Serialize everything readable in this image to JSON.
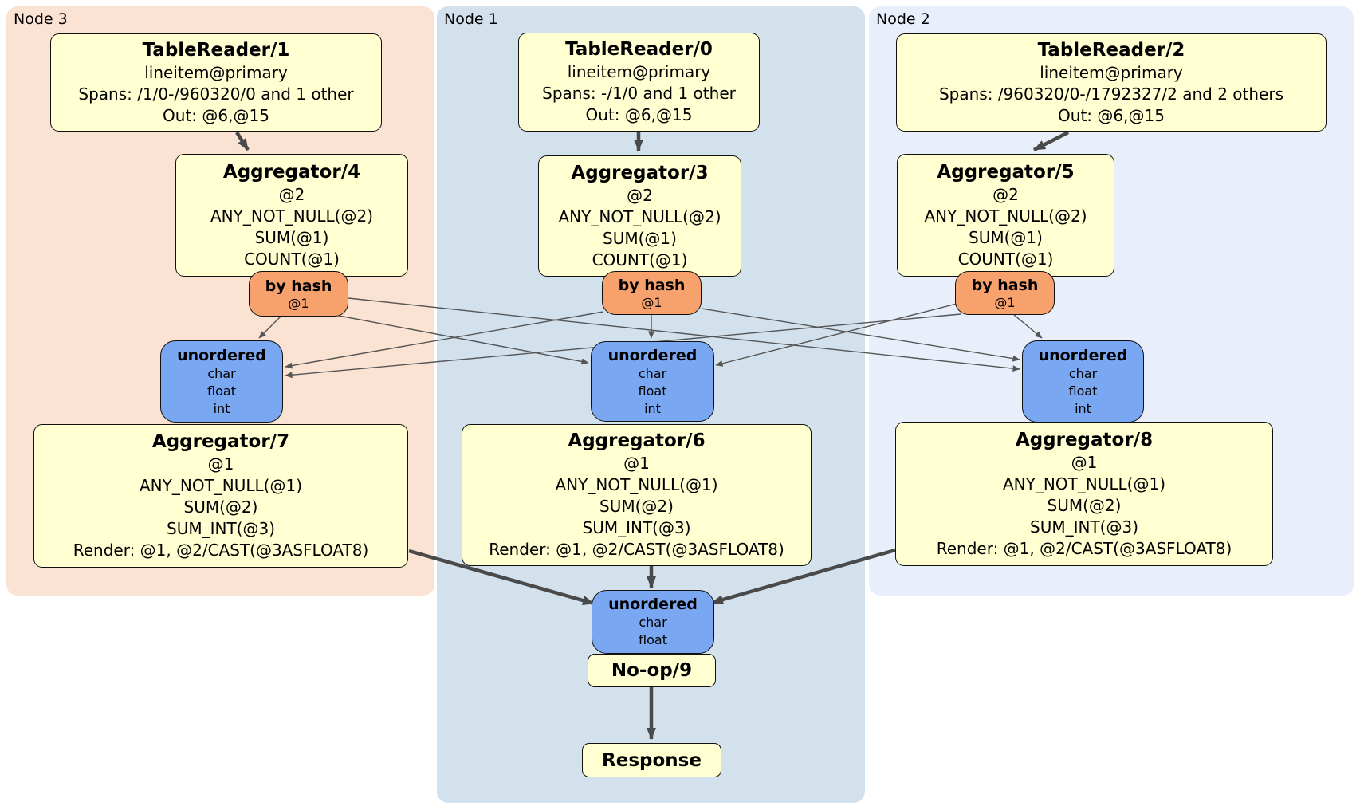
{
  "regions": [
    {
      "label": "Node 3"
    },
    {
      "label": "Node 1"
    },
    {
      "label": "Node 2"
    }
  ],
  "boxes": {
    "tr1": {
      "title": "TableReader/1",
      "lines": [
        "lineitem@primary",
        "Spans: /1/0-/960320/0 and 1 other",
        "Out: @6,@15"
      ]
    },
    "tr0": {
      "title": "TableReader/0",
      "lines": [
        "lineitem@primary",
        "Spans: -/1/0 and 1 other",
        "Out: @6,@15"
      ]
    },
    "tr2": {
      "title": "TableReader/2",
      "lines": [
        "lineitem@primary",
        "Spans: /960320/0-/1792327/2 and 2 others",
        "Out: @6,@15"
      ]
    },
    "agg4": {
      "title": "Aggregator/4",
      "lines": [
        "@2",
        "ANY_NOT_NULL(@2)",
        "SUM(@1)",
        "COUNT(@1)"
      ]
    },
    "agg3": {
      "title": "Aggregator/3",
      "lines": [
        "@2",
        "ANY_NOT_NULL(@2)",
        "SUM(@1)",
        "COUNT(@1)"
      ]
    },
    "agg5": {
      "title": "Aggregator/5",
      "lines": [
        "@2",
        "ANY_NOT_NULL(@2)",
        "SUM(@1)",
        "COUNT(@1)"
      ]
    },
    "agg7": {
      "title": "Aggregator/7",
      "lines": [
        "@1",
        "ANY_NOT_NULL(@1)",
        "SUM(@2)",
        "SUM_INT(@3)",
        "Render: @1, @2/CAST(@3ASFLOAT8)"
      ]
    },
    "agg6": {
      "title": "Aggregator/6",
      "lines": [
        "@1",
        "ANY_NOT_NULL(@1)",
        "SUM(@2)",
        "SUM_INT(@3)",
        "Render: @1, @2/CAST(@3ASFLOAT8)"
      ]
    },
    "agg8": {
      "title": "Aggregator/8",
      "lines": [
        "@1",
        "ANY_NOT_NULL(@1)",
        "SUM(@2)",
        "SUM_INT(@3)",
        "Render: @1, @2/CAST(@3ASFLOAT8)"
      ]
    },
    "noop": {
      "title": "No-op/9"
    },
    "response": {
      "title": "Response"
    }
  },
  "routers": {
    "left": {
      "title": "by hash",
      "key": "@1"
    },
    "center": {
      "title": "by hash",
      "key": "@1"
    },
    "right": {
      "title": "by hash",
      "key": "@1"
    }
  },
  "syncs": {
    "left": {
      "title": "unordered",
      "items": [
        "char",
        "float",
        "int"
      ]
    },
    "center": {
      "title": "unordered",
      "items": [
        "char",
        "float",
        "int"
      ]
    },
    "right": {
      "title": "unordered",
      "items": [
        "char",
        "float",
        "int"
      ]
    },
    "final": {
      "title": "unordered",
      "items": [
        "char",
        "float"
      ]
    }
  },
  "colors": {
    "node3_bg": "#fbe3d3",
    "node1_bg": "#d2e1ec",
    "node2_bg": "#e9effa",
    "operator_bg": "#ffffd1",
    "router_bg": "#f7a26d",
    "sync_bg": "#79a7f2",
    "edge": "#4a4a4a"
  }
}
